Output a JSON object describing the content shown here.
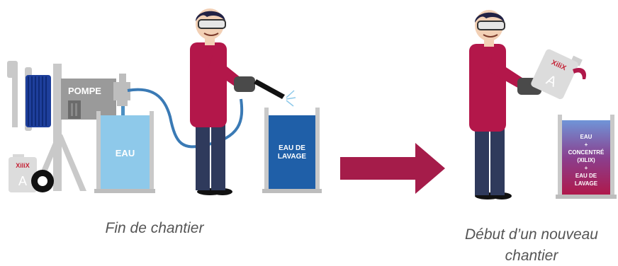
{
  "scene_left": {
    "pump_label": "POMPE",
    "tank_label": "EAU",
    "bucket_label_line1": "EAU DE",
    "bucket_label_line2": "LAVAGE",
    "jerrycan_brand": "XiliX",
    "jerrycan_letter": "A",
    "caption": "Fin de chantier"
  },
  "scene_right": {
    "jerrycan_brand": "XiliX",
    "jerrycan_letter": "A",
    "bucket_lines": [
      "EAU",
      "+",
      "CONCENTRÉ",
      "(XILIX)",
      "+",
      "EAU DE",
      "LAVAGE"
    ],
    "caption_line1": "Début d’un nouveau",
    "caption_line2": "chantier"
  },
  "colors": {
    "arrow": "#a51c4a",
    "shirt": "#b3174a",
    "pants": "#2f3a5c",
    "water_light": "#8ec9ea",
    "bucket_blue": "#1f5fa8",
    "hose": "#3a7ab5",
    "frame_gray": "#c9c9c9"
  }
}
